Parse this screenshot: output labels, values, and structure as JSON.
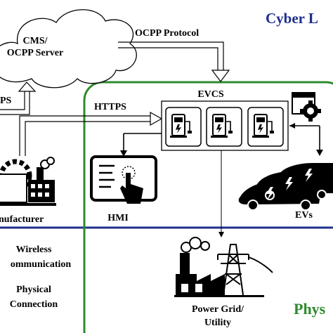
{
  "labels": {
    "cyber_layer": "Cyber L",
    "physical_layer": "Phys",
    "cms_line1": "CMS/",
    "cms_line2": "OCPP Server",
    "ocpp_protocol": "OCPP Protocol",
    "https_left": "PS",
    "https_main": "HTTPS",
    "evcs": "EVCS",
    "hmi": "HMI",
    "manufacturer": "nufacturer",
    "evs": "EVs",
    "wireless_line1": "Wireless",
    "wireless_line2": "ommunication",
    "physical_line1": "Physical",
    "physical_line2": "Connection",
    "grid_line1": "Power Grid/",
    "grid_line2": "Utility"
  },
  "colors": {
    "cyber_border": "#1f2f8c",
    "cyber_text": "#1f2f8c",
    "physical_border": "#2e8b2e",
    "physical_text": "#2e8b2e",
    "lines": "#000000"
  },
  "icons": [
    "cloud-icon",
    "charger-icon",
    "gear-window-icon",
    "hmi-touch-icon",
    "factory-gear-icon",
    "ev-cars-icon",
    "power-plant-icon",
    "transmission-tower-icon"
  ]
}
